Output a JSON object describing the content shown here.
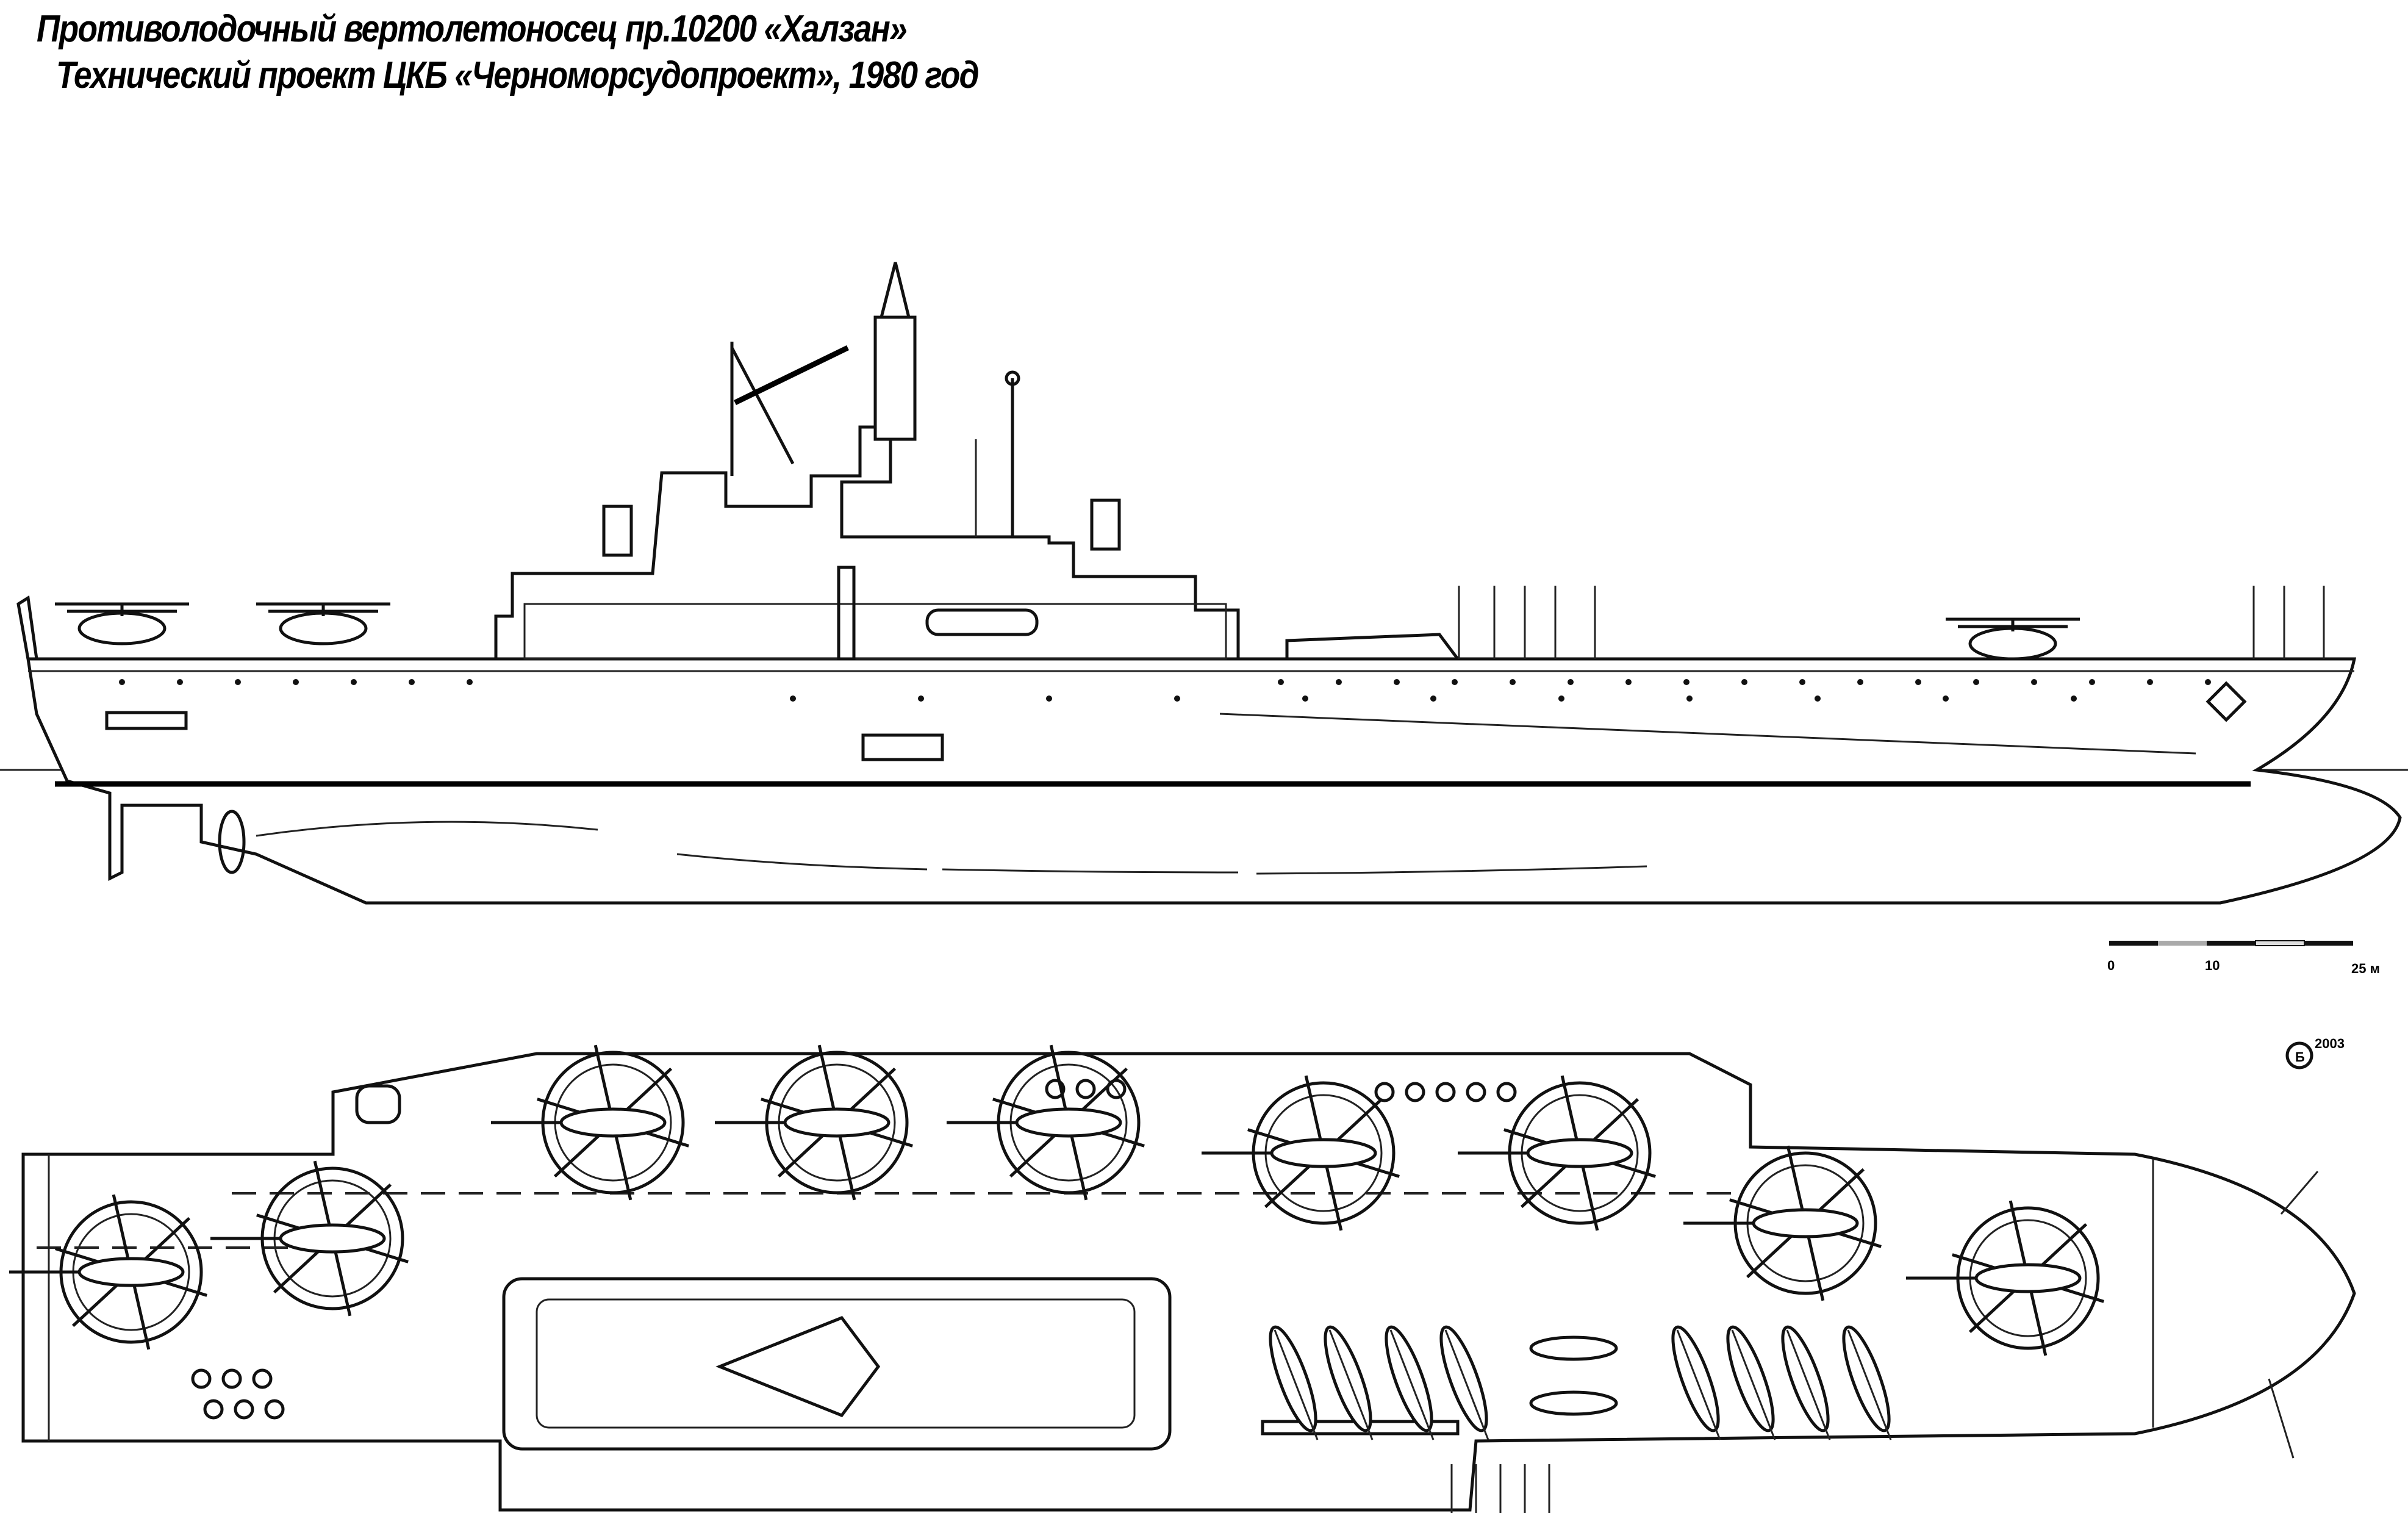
{
  "title": {
    "line1": "Противолодочный вертолетоносец пр.10200 «Халзан»",
    "line2": "Технический проект ЦКБ «Черноморсудопроект», 1980 год"
  },
  "scale_bar": {
    "label_start": "0",
    "label_mid": "10",
    "label_end": "25 м"
  },
  "signature": {
    "mark": "Б",
    "year": "2003"
  },
  "colors": {
    "ink": "#111111",
    "paper": "#ffffff"
  }
}
